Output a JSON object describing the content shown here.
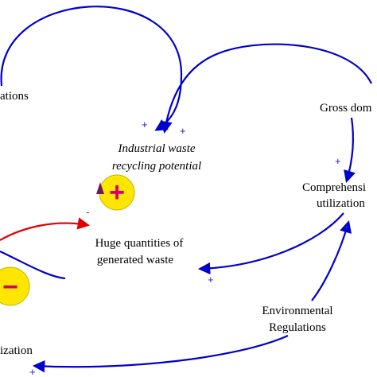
{
  "diagram": {
    "nodes": {
      "regulations_left": "ations",
      "gross_domestic": "Gross dom",
      "industrial_waste_line1": "Industrial waste",
      "industrial_waste_line2": "recycling potential",
      "comprehensive_line1": "Comprehensi",
      "comprehensive_line2": "utilization",
      "huge_quantities_line1": "Huge quantities of",
      "huge_quantities_line2": "generated waste",
      "environmental_line1": "Environmental",
      "environmental_line2": "Regulations",
      "utilization_left": "ization"
    },
    "polarities": {
      "plus_1": "+",
      "plus_2": "+",
      "plus_3": "+",
      "plus_4": "+",
      "plus_5": "+",
      "plus_6": "+",
      "minus_1": "-"
    },
    "loop_badges": {
      "reinforcing": "+",
      "balancing": "−"
    },
    "colors": {
      "link": "#0000cc",
      "negative_link": "#e00000",
      "badge_fill": "#ffe600",
      "badge_symbol": "#d6006e",
      "polarity_plus": "#2020c0",
      "polarity_minus": "#cc0000",
      "badge_arrowhead": "#6b1a5a"
    }
  }
}
